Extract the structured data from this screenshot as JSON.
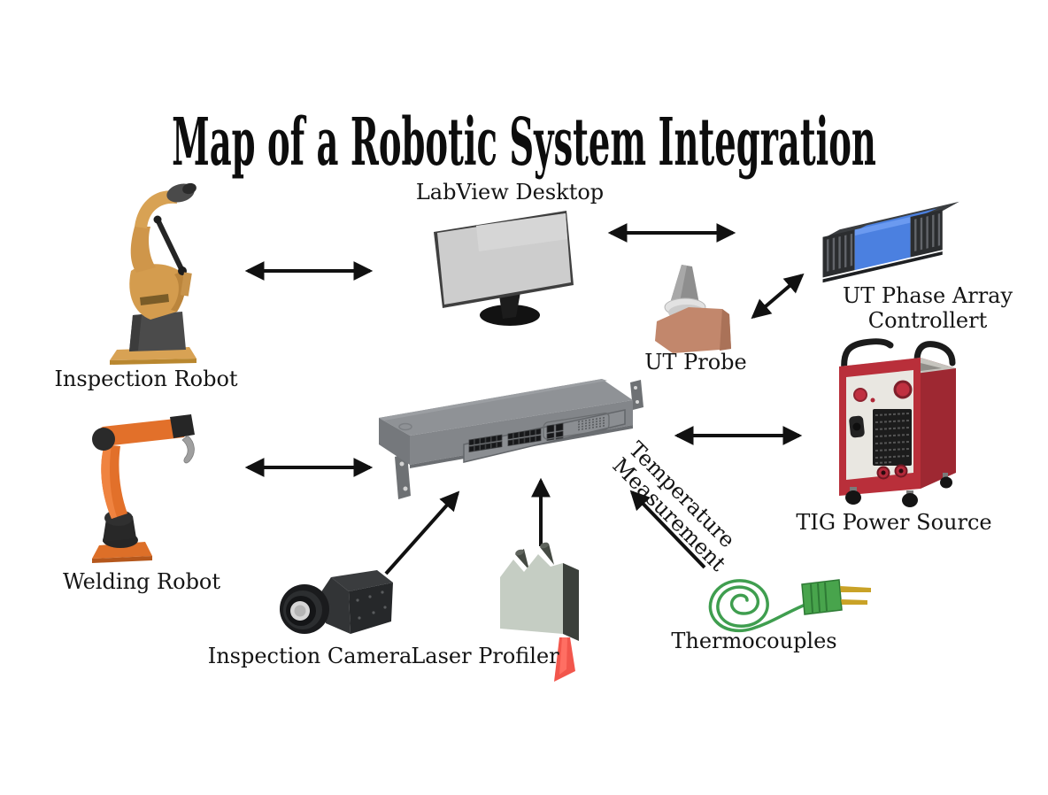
{
  "title": "Map of a Robotic System Integration",
  "colors": {
    "arrow": "#111111",
    "inspection_robot_tan": "#d49c4e",
    "welding_robot_orange": "#e2702a",
    "controller_blue": "#4b80e0",
    "tig_red": "#b92f3a",
    "thermocouple_green": "#3f9e4f",
    "laser_red": "#f2564c",
    "probe_tan": "#c2876c",
    "switch_gray": "#8f9296"
  },
  "nodes": {
    "labview": {
      "label": "LabView Desktop",
      "icon": "desktop-monitor-icon"
    },
    "inspection_robot": {
      "label": "Inspection Robot",
      "icon": "robot-arm-icon"
    },
    "welding_robot": {
      "label": "Welding Robot",
      "icon": "robot-arm-icon"
    },
    "network_switch": {
      "icon": "network-switch-icon"
    },
    "ut_probe": {
      "label": "UT Probe",
      "icon": "ultrasonic-probe-icon"
    },
    "ut_phase_array": {
      "label_line1": "UT Phase Array",
      "label_line2": "Controllert",
      "icon": "controller-box-icon"
    },
    "tig_power_source": {
      "label": "TIG Power Source",
      "icon": "welding-power-source-icon"
    },
    "inspection_camera": {
      "label": "Inspection Camera",
      "icon": "camera-icon"
    },
    "laser_profiler": {
      "label": "Laser Profiler",
      "icon": "laser-profiler-icon"
    },
    "thermocouples": {
      "label": "Thermocouples",
      "icon": "thermocouple-icon"
    }
  },
  "edge_label": {
    "line1": "Temperature",
    "line2": "Measurement"
  },
  "connections": [
    {
      "from": "inspection_robot",
      "to": "labview",
      "direction": "bidirectional"
    },
    {
      "from": "labview",
      "to": "ut_phase_array",
      "direction": "bidirectional"
    },
    {
      "from": "ut_probe",
      "to": "ut_phase_array",
      "direction": "bidirectional"
    },
    {
      "from": "welding_robot",
      "to": "network_switch",
      "direction": "bidirectional"
    },
    {
      "from": "network_switch",
      "to": "tig_power_source",
      "direction": "bidirectional"
    },
    {
      "from": "inspection_camera",
      "to": "network_switch",
      "direction": "to"
    },
    {
      "from": "laser_profiler",
      "to": "network_switch",
      "direction": "to"
    },
    {
      "from": "thermocouples",
      "to": "network_switch",
      "direction": "to",
      "label": "Temperature Measurement"
    }
  ]
}
